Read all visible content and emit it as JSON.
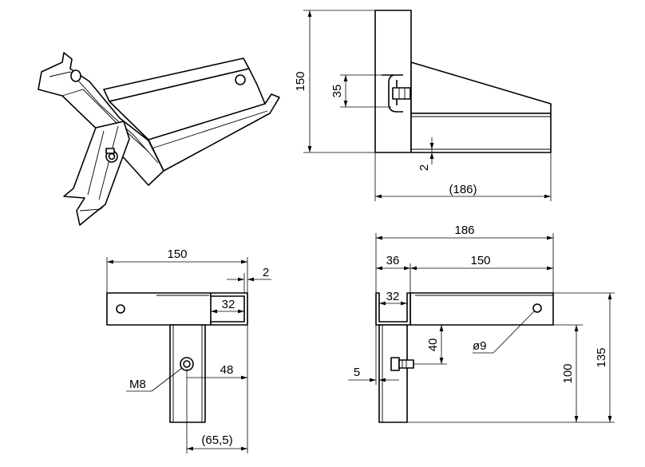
{
  "dimensions": {
    "side_height": "150",
    "side_slot": "35",
    "side_thickness": "2",
    "side_overall": "(186)",
    "top_width": "150",
    "top_thickness": "2",
    "top_channel": "32",
    "top_offset": "48",
    "top_overall": "(65,5)",
    "thread": "M8",
    "front_total": "186",
    "front_left": "36",
    "front_right": "150",
    "front_channel": "32",
    "front_bolt_height": "40",
    "front_hole": "ø9",
    "front_gap": "5",
    "front_height_100": "100",
    "front_height_135": "135"
  }
}
